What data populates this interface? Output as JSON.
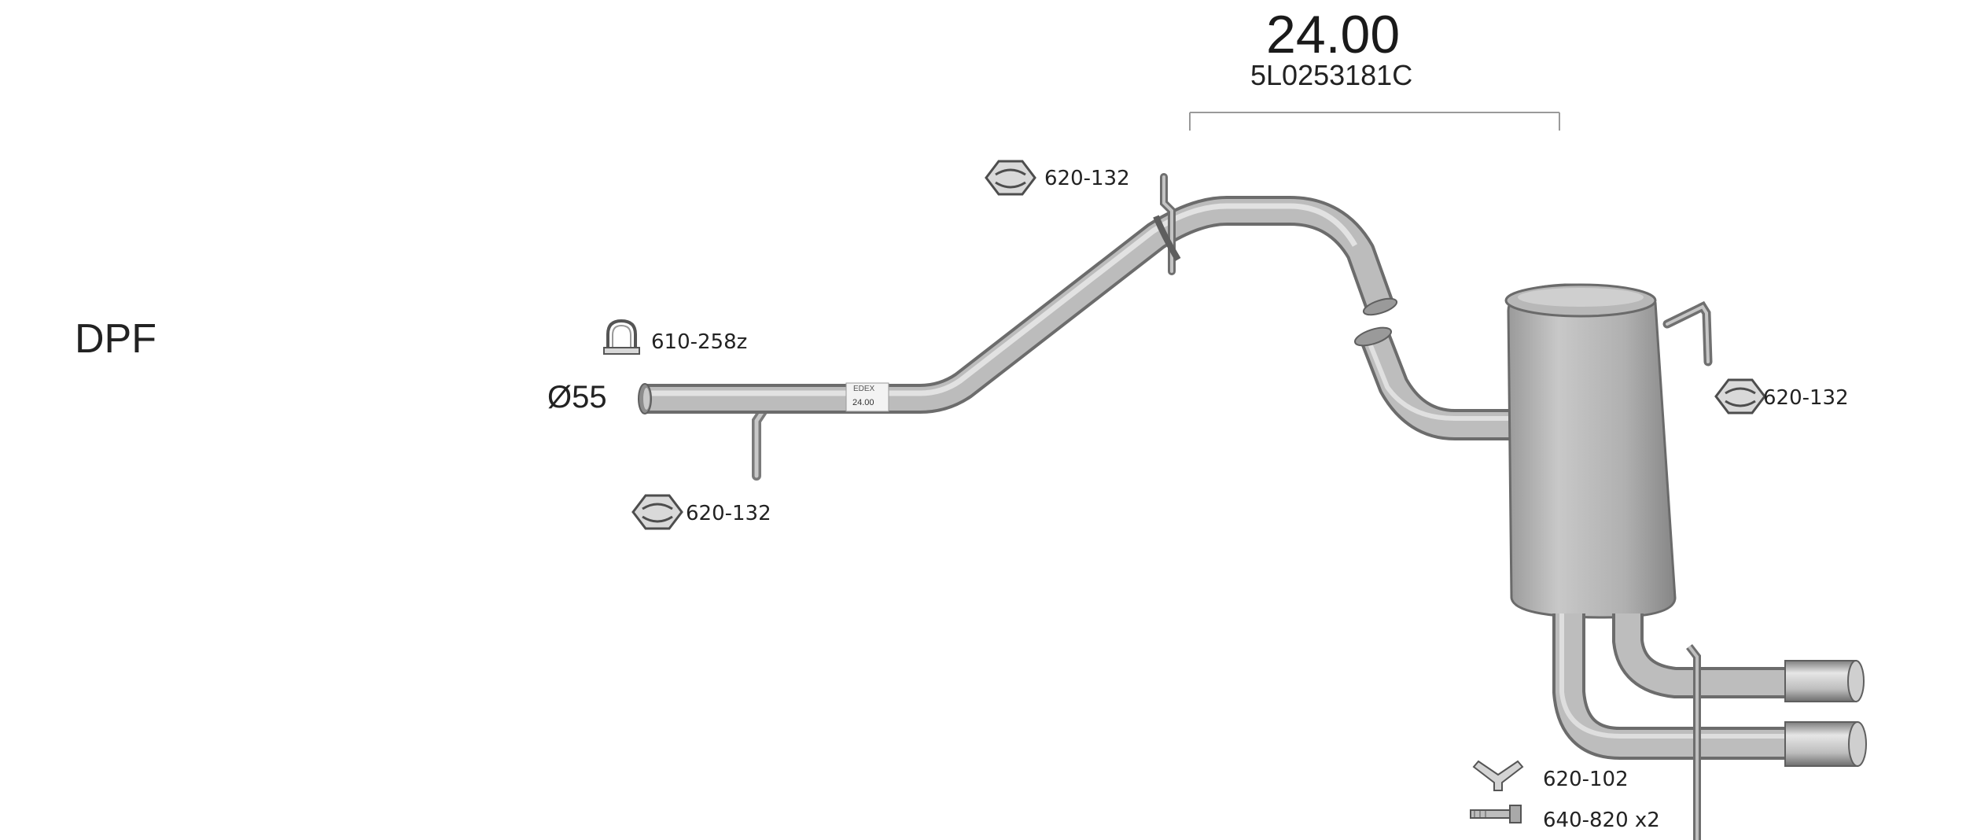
{
  "section_label": "DPF",
  "pipe_diameter": "Ø55",
  "assembly": {
    "number": "24.00",
    "oem_reference": "5L0253181C"
  },
  "pipe_stamp": {
    "brand": "EDEX",
    "number": "24.00"
  },
  "parts": {
    "clamp": "610-258z",
    "rubber_hanger_top": "620-132",
    "rubber_hanger_bottom": "620-132",
    "rubber_hanger_right": "620-132",
    "mounting_bracket": "620-102",
    "bolt": "640-820 x2"
  },
  "icons": {
    "clamp": "u-bolt-clamp-icon",
    "rubber_hanger": "rubber-hanger-icon",
    "mounting_bracket": "bracket-icon",
    "bolt": "bolt-icon"
  },
  "colors": {
    "steel_light": "#d4d4d4",
    "steel_mid": "#a9a9a9",
    "steel_dark": "#6f6f6f",
    "text": "#222222"
  }
}
